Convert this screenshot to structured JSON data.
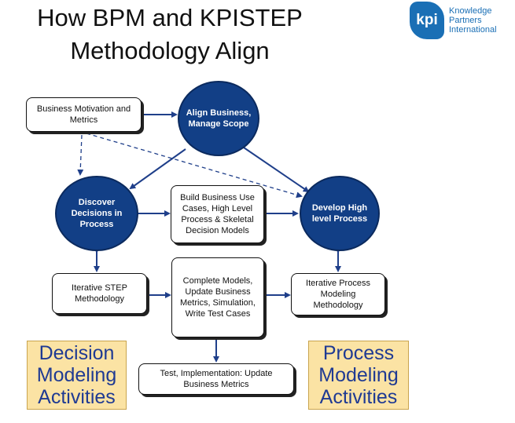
{
  "title": {
    "line1": "How BPM and KPISTEP",
    "line2": "Methodology Align"
  },
  "logo": {
    "mark": "kpi",
    "line1": "Knowledge",
    "line2": "Partners",
    "line3": "International"
  },
  "nodes": {
    "business_motivation": "Business Motivation and Metrics",
    "align": "Align Business, Manage Scope",
    "discover": "Discover Decisions in Process",
    "build_use_cases": "Build Business Use Cases, High Level Process & Skeletal Decision Models",
    "develop": "Develop High level Process",
    "iterative_step": "Iterative STEP Methodology",
    "complete_models": "Complete Models, Update Business Metrics, Simulation, Write Test Cases",
    "iterative_process": "Iterative Process Modeling Methodology",
    "test_implementation": "Test, Implementation: Update Business Metrics"
  },
  "activities": {
    "decision": "Decision Modeling Activities",
    "process": "Process Modeling Activities"
  },
  "colors": {
    "circle": "#123f86",
    "arrow": "#1f3f8a",
    "activity_bg": "#fbe3a4",
    "activity_text": "#1f3a93"
  }
}
